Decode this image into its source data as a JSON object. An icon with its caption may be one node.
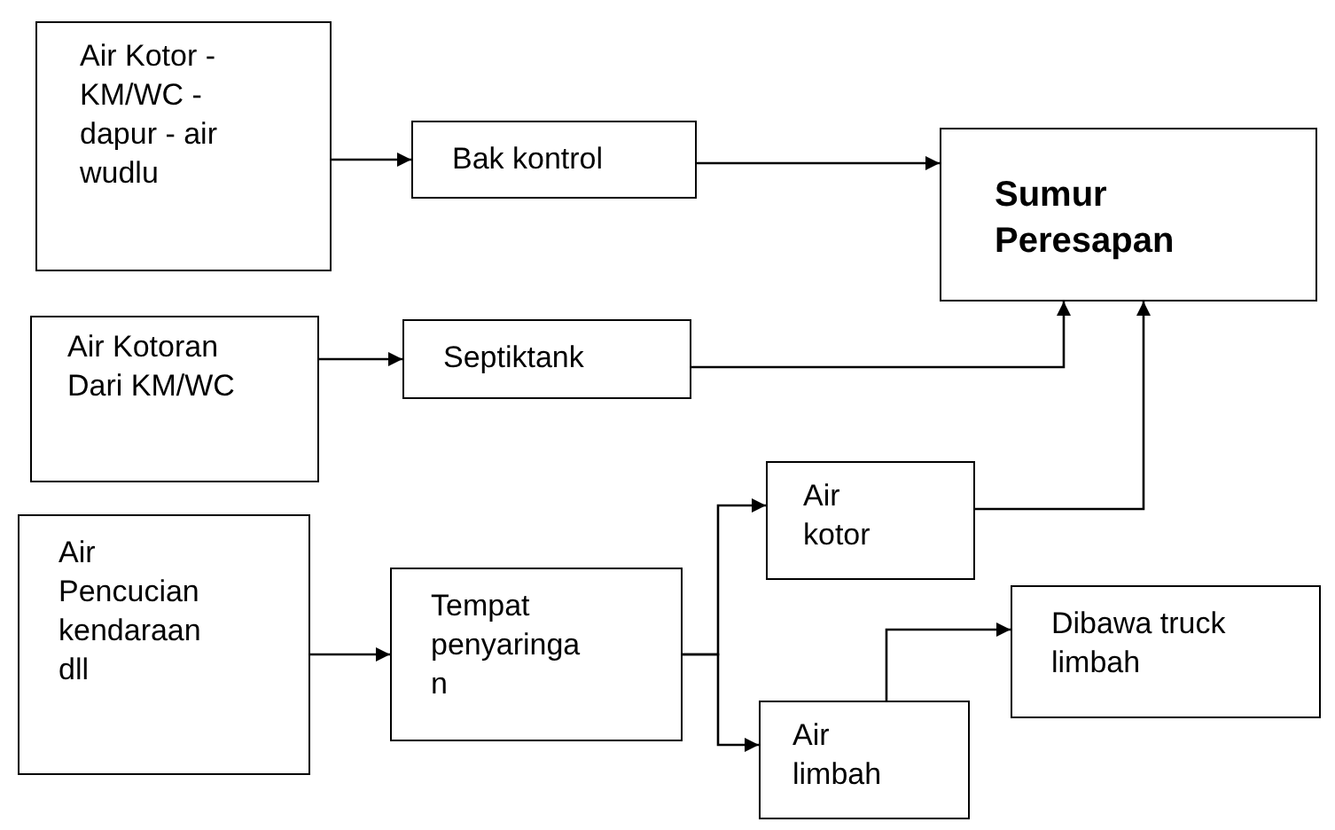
{
  "diagram": {
    "nodes": [
      {
        "text": [
          "Air Kotor - KM/WC - dapur - air wudlu"
        ]
      },
      {
        "text": [
          "Bak kontrol"
        ]
      },
      {
        "text": [
          "Sumur Peresapan"
        ]
      },
      {
        "text": [
          "Air Kotoran Dari KM/WC"
        ]
      },
      {
        "text": [
          "Septiktank"
        ]
      },
      {
        "text": [
          "Air Pencucian kendaraan dll"
        ]
      },
      {
        "text": [
          "Tempat penyaringa n"
        ]
      },
      {
        "text": [
          "Air kotor"
        ]
      },
      {
        "text": [
          "Air limbah"
        ]
      },
      {
        "text": [
          "Dibawa truck limbah"
        ]
      }
    ],
    "edges": [
      {
        "from": 0,
        "to": 1,
        "arrow": "to"
      },
      {
        "from": 1,
        "to": 2,
        "arrow": "to"
      },
      {
        "from": 3,
        "to": 4,
        "arrow": "to"
      },
      {
        "from": 4,
        "to": 2,
        "arrow": "to"
      },
      {
        "from": 7,
        "to": 2,
        "arrow": "to"
      },
      {
        "from": 5,
        "to": 6,
        "arrow": "to"
      },
      {
        "from": 6,
        "to": 7,
        "arrow": "to"
      },
      {
        "from": 6,
        "to": 8,
        "arrow": "to"
      },
      {
        "from": 8,
        "to": 9,
        "arrow": "to"
      }
    ]
  }
}
